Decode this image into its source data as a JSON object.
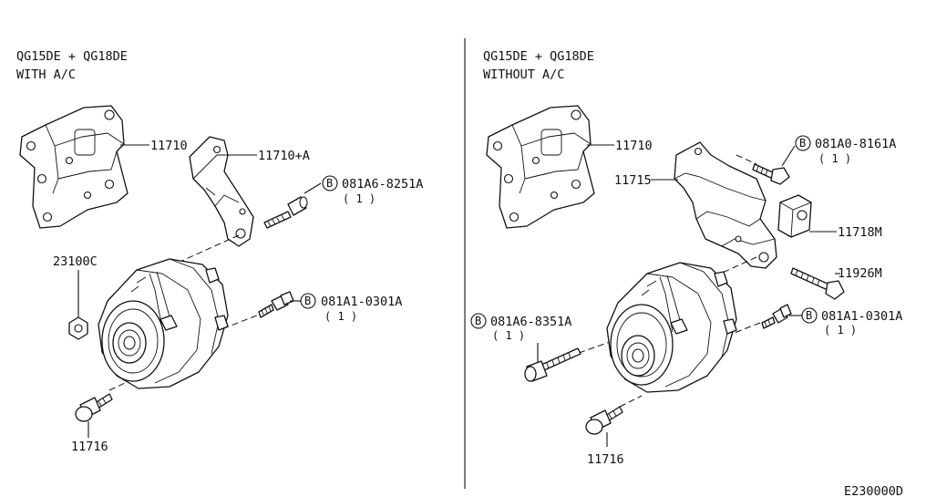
{
  "left_panel": {
    "heading_line1": "QG15DE + QG18DE",
    "heading_line2": "WITH A/C",
    "labels": {
      "bracket": "11710",
      "bracket_plus": "11710+A",
      "bolt_a": "081A6-8251A",
      "bolt_a_qty": "( 1 )",
      "bolt_b": "081A1-0301A",
      "bolt_b_qty": "( 1 )",
      "nut": "23100C",
      "bolt_c": "11716"
    }
  },
  "right_panel": {
    "heading_line1": "QG15DE + QG18DE",
    "heading_line2": "WITHOUT A/C",
    "labels": {
      "bracket": "11710",
      "adjust_bar": "11715",
      "bolt_top": "081A0-8161A",
      "bolt_top_qty": "( 1 )",
      "spacer": "11718M",
      "bolt_long": "11926M",
      "bolt_a": "081A6-8351A",
      "bolt_a_qty": "( 1 )",
      "bolt_b": "081A1-0301A",
      "bolt_b_qty": "( 1 )",
      "bolt_c": "11716"
    }
  },
  "bolt_symbol": "B",
  "diagram_code": "E230000D"
}
